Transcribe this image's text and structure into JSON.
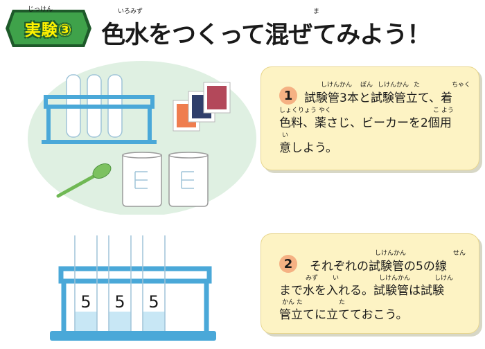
{
  "header": {
    "badge_label": "実験③",
    "title": "色水をつくって混ぜてみよう！",
    "ruby_iromizu": "いろみず",
    "ruby_ma": "ま",
    "ruby_jikken": "じっけん"
  },
  "illustration_top": {
    "color_chips": [
      "#ef7d4f",
      "#2f3e6b",
      "#b3485a"
    ]
  },
  "illustration_bottom": {
    "tube_labels": [
      "5",
      "5",
      "5"
    ],
    "water_color": "#c8e7f5"
  },
  "steps": [
    {
      "number": "1",
      "lines": [
        "試験管3本と試験管立て、着",
        "色料、薬さじ、ビーカーを2個用",
        "意しよう。"
      ],
      "ruby": [
        {
          "text": "しけんかん",
          "line": 0,
          "at": 1
        },
        {
          "text": "ぽん",
          "line": 0,
          "at": 4
        },
        {
          "text": "しけんかん",
          "line": 0,
          "at": 6
        },
        {
          "text": "た",
          "line": 0,
          "at": 9
        },
        {
          "text": "ちゃく",
          "line": 0,
          "at": 12
        },
        {
          "text": "しょくりょう",
          "line": 1,
          "at": 0
        },
        {
          "text": "やく",
          "line": 1,
          "at": 3
        },
        {
          "text": "こ よう",
          "line": 1,
          "at": 12
        },
        {
          "text": "い",
          "line": 2,
          "at": 0
        }
      ]
    },
    {
      "number": "2",
      "lines": [
        "それぞれの試験管の5の線",
        "まで水を入れる。試験管は試験",
        "管立てに立てておこう。"
      ],
      "ruby": [
        {
          "text": "しけんかん",
          "line": 0,
          "at": 5
        },
        {
          "text": "せん",
          "line": 0,
          "at": 10
        },
        {
          "text": "みず",
          "line": 1,
          "at": 2
        },
        {
          "text": "い",
          "line": 1,
          "at": 4
        },
        {
          "text": "しけんかん",
          "line": 1,
          "at": 8
        },
        {
          "text": "しけん",
          "line": 1,
          "at": 12
        },
        {
          "text": "かん た",
          "line": 2,
          "at": 0
        },
        {
          "text": "た",
          "line": 2,
          "at": 5
        }
      ]
    }
  ]
}
